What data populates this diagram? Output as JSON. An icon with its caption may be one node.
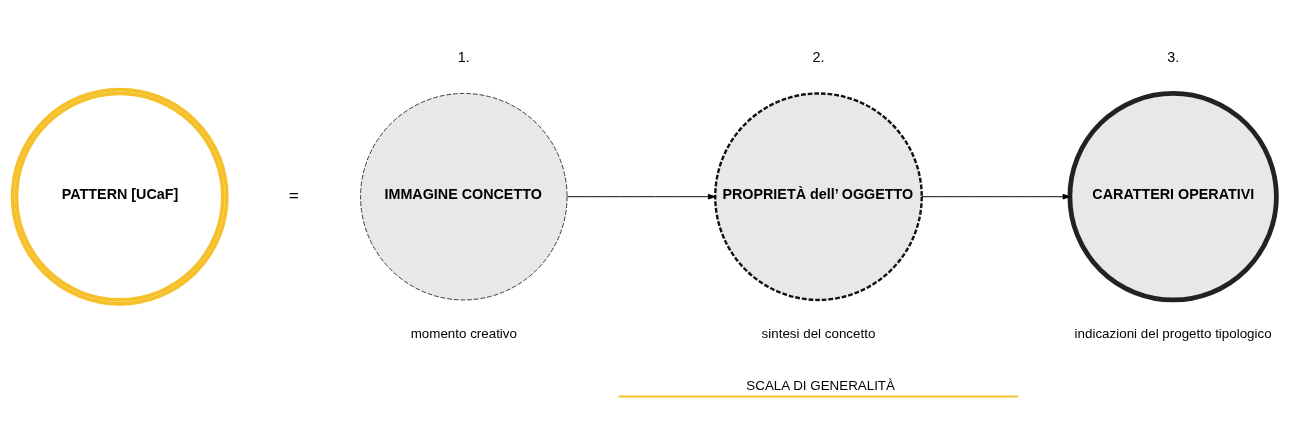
{
  "diagram": {
    "nodes": [
      {
        "text": [
          "PATTERN [UCaF]"
        ]
      },
      {
        "text": [
          "IMMAGINE CONCETTO"
        ],
        "beside": [
          "1.",
          "momento creativo"
        ]
      },
      {
        "text": [
          "PROPRIETÀ dell’ OGGETTO"
        ],
        "beside": [
          "2.",
          "sintesi del concetto"
        ]
      },
      {
        "text": [
          "CARATTERI OPERATIVI"
        ],
        "beside": [
          "3.",
          "indicazioni del progetto tipologico"
        ]
      }
    ],
    "edges": [
      {
        "from": 1,
        "to": 2,
        "arrow": "to"
      },
      {
        "from": 2,
        "to": 3,
        "arrow": "to"
      }
    ],
    "labels": [
      "=",
      "SCALA DI GENERALITÀ"
    ]
  }
}
